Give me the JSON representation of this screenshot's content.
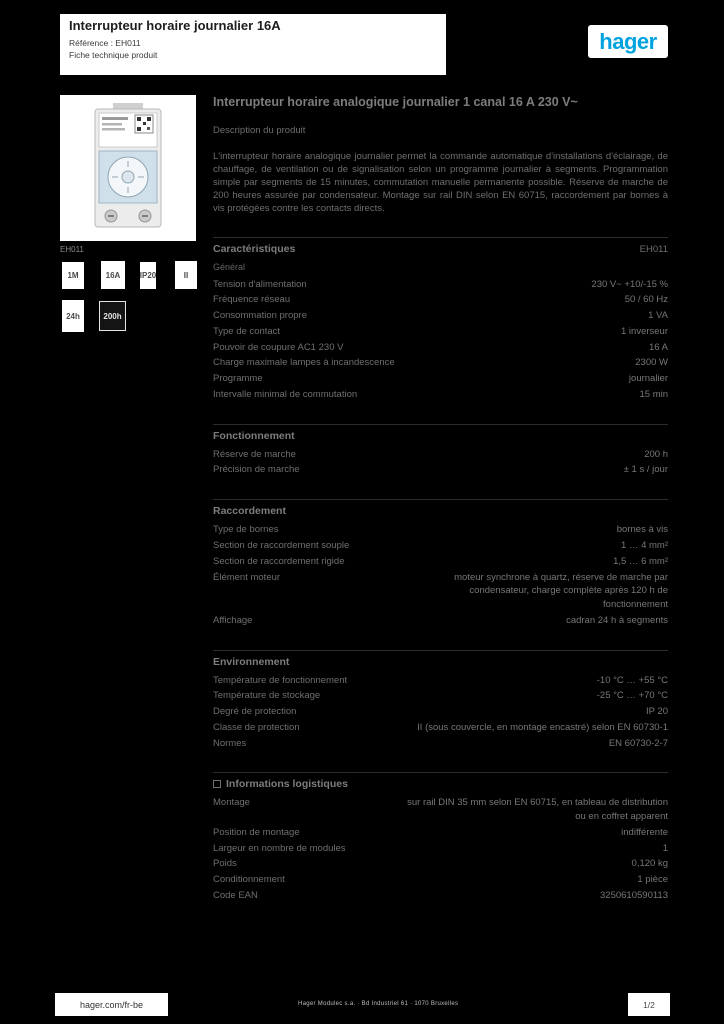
{
  "colors": {
    "accent": "#00a3e0",
    "page_bg": "#000000",
    "body_text": "#6f6f6f"
  },
  "header": {
    "title": "Interrupteur horaire journalier 16A",
    "reference": "Référence : EH011",
    "doc_type": "Fiche technique produit"
  },
  "logo": {
    "text": "hager"
  },
  "product": {
    "caption": "EH011",
    "pictograms": [
      {
        "name": "module-width",
        "glyph": "1M"
      },
      {
        "name": "rated-current",
        "glyph": "16A"
      },
      {
        "name": "ip-rating",
        "glyph": "IP20"
      },
      {
        "name": "protection-class",
        "glyph": "II"
      },
      {
        "name": "dial-24h",
        "glyph": "24h"
      },
      {
        "name": "power-reserve",
        "glyph": "200h"
      }
    ]
  },
  "main": {
    "title": "Interrupteur horaire analogique journalier 1 canal 16 A 230 V~",
    "subtitle": "Description du produit",
    "description": "L'interrupteur horaire analogique journalier permet la commande automatique d'installations d'éclairage, de chauffage, de ventilation ou de signalisation selon un programme journalier à segments. Programmation simple par segments de 15 minutes, commutation manuelle permanente possible. Réserve de marche de 200 heures assurée par condensateur. Montage sur rail DIN selon EN 60715, raccordement par bornes à vis protégées contre les contacts directs.",
    "sections": [
      {
        "title": "Caractéristiques",
        "headline_value": "EH011",
        "subtitle": "Général",
        "rows": [
          {
            "label": "Tension d'alimentation",
            "value": "230 V~ +10/-15 %"
          },
          {
            "label": "Fréquence réseau",
            "value": "50 / 60 Hz"
          },
          {
            "label": "Consommation propre",
            "value": "1 VA"
          },
          {
            "label": "Type de contact",
            "value": "1 inverseur"
          },
          {
            "label": "Pouvoir de coupure AC1 230 V",
            "value": "16 A"
          },
          {
            "label": "Charge maximale lampes à incandescence",
            "value": "2300 W"
          },
          {
            "label": "Programme",
            "value": "journalier"
          },
          {
            "label": "Intervalle minimal de commutation",
            "value": "15 min"
          }
        ]
      },
      {
        "title": "Fonctionnement",
        "rows": [
          {
            "label": "Réserve de marche",
            "value": "200 h"
          },
          {
            "label": "Précision de marche",
            "value": "± 1 s / jour"
          }
        ]
      },
      {
        "title": "Raccordement",
        "rows": [
          {
            "label": "Type de bornes",
            "value": "bornes à vis"
          },
          {
            "label": "Section de raccordement souple",
            "value": "1 … 4 mm²"
          },
          {
            "label": "Section de raccordement rigide",
            "value": "1,5 … 6 mm²"
          },
          {
            "label": "Élément moteur",
            "value": "moteur synchrone à quartz, réserve de marche par condensateur, charge complète après 120 h de fonctionnement"
          },
          {
            "label": "Affichage",
            "value": "cadran 24 h à segments"
          }
        ]
      },
      {
        "title": "Environnement",
        "rows": [
          {
            "label": "Température de fonctionnement",
            "value": "-10 °C … +55 °C"
          },
          {
            "label": "Température de stockage",
            "value": "-25 °C … +70 °C"
          },
          {
            "label": "Degré de protection",
            "value": "IP 20"
          },
          {
            "label": "Classe de protection",
            "value": "II (sous couvercle, en montage encastré) selon EN 60730-1"
          },
          {
            "label": "Normes",
            "value": "EN 60730-2-7"
          }
        ]
      },
      {
        "title": "Informations logistiques",
        "has_bullet": true,
        "rows": [
          {
            "label": "Montage",
            "value": "sur rail DIN 35 mm selon EN 60715, en tableau de distribution ou en coffret apparent"
          },
          {
            "label": "Position de montage",
            "value": "indifférente"
          },
          {
            "label": "Largeur en nombre de modules",
            "value": "1"
          },
          {
            "label": "Poids",
            "value": "0,120 kg"
          },
          {
            "label": "Conditionnement",
            "value": "1 pièce"
          },
          {
            "label": "Code EAN",
            "value": "3250610590113"
          }
        ]
      }
    ]
  },
  "footer": {
    "url": "hager.com/fr-be",
    "address": "Hager Modulec s.a. · Bd Industriel 61 · 1070 Bruxelles",
    "page": "1/2"
  }
}
